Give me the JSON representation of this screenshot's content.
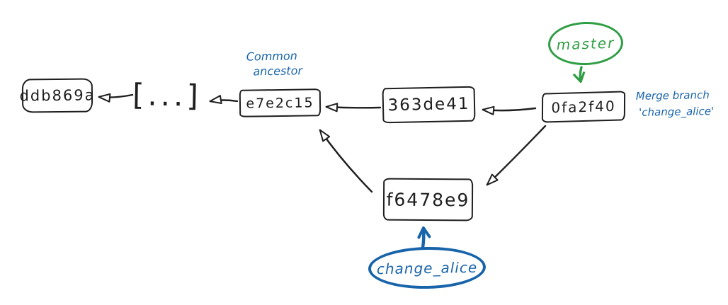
{
  "diagram": {
    "title": "git commit history with merge of branch change_alice into master",
    "background": "#ffffff",
    "colors": {
      "stroke": "#1e1e1e",
      "master_green": "#2f9e44",
      "branch_blue": "#1864ab"
    },
    "commits": [
      {
        "id": "ddb869a",
        "label": "ddb869a"
      },
      {
        "id": "ellipsis",
        "label": "[...]"
      },
      {
        "id": "e7e2c15",
        "label": "e7e2c15"
      },
      {
        "id": "363de41",
        "label": "363de41"
      },
      {
        "id": "0fa2f40",
        "label": "0fa2f40"
      },
      {
        "id": "f6478e9",
        "label": "f6478e9"
      }
    ],
    "branches": [
      {
        "name": "master",
        "color": "#2f9e44",
        "points_to": "0fa2f40"
      },
      {
        "name": "change_alice",
        "color": "#1864ab",
        "points_to": "f6478e9"
      }
    ],
    "annotations": [
      {
        "id": "common-ancestor",
        "target": "e7e2c15",
        "lines": [
          "Common",
          "ancestor"
        ]
      },
      {
        "id": "merge-note",
        "target": "0fa2f40",
        "lines": [
          "Merge branch",
          "'change_alice'"
        ]
      }
    ],
    "edges": [
      {
        "from": "ellipsis",
        "to": "ddb869a"
      },
      {
        "from": "e7e2c15",
        "to": "ellipsis"
      },
      {
        "from": "363de41",
        "to": "e7e2c15"
      },
      {
        "from": "0fa2f40",
        "to": "363de41"
      },
      {
        "from": "f6478e9",
        "to": "e7e2c15"
      },
      {
        "from": "0fa2f40",
        "to": "f6478e9"
      },
      {
        "from": "master",
        "to": "0fa2f40"
      },
      {
        "from": "change_alice",
        "to": "f6478e9"
      }
    ]
  }
}
